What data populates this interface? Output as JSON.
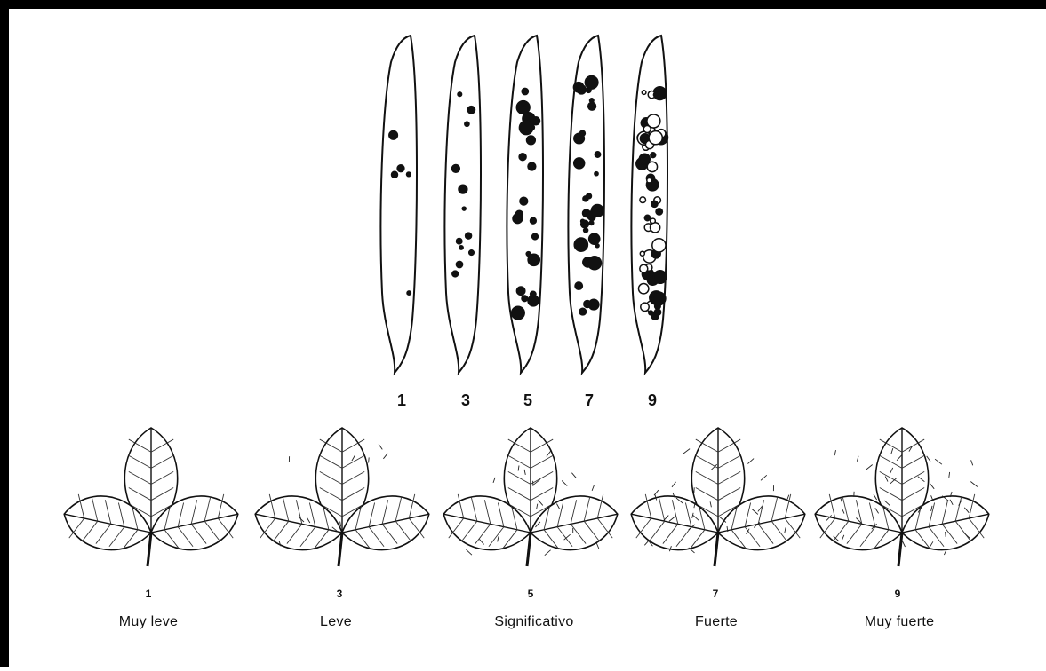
{
  "figure": {
    "pods": [
      {
        "label": "1"
      },
      {
        "label": "3"
      },
      {
        "label": "5"
      },
      {
        "label": "7"
      },
      {
        "label": "9"
      }
    ],
    "leaves": [
      {
        "number": "1",
        "caption": "Muy leve"
      },
      {
        "number": "3",
        "caption": "Leve"
      },
      {
        "number": "5",
        "caption": "Significativo"
      },
      {
        "number": "7",
        "caption": "Fuerte"
      },
      {
        "number": "9",
        "caption": "Muy fuerte"
      }
    ]
  }
}
